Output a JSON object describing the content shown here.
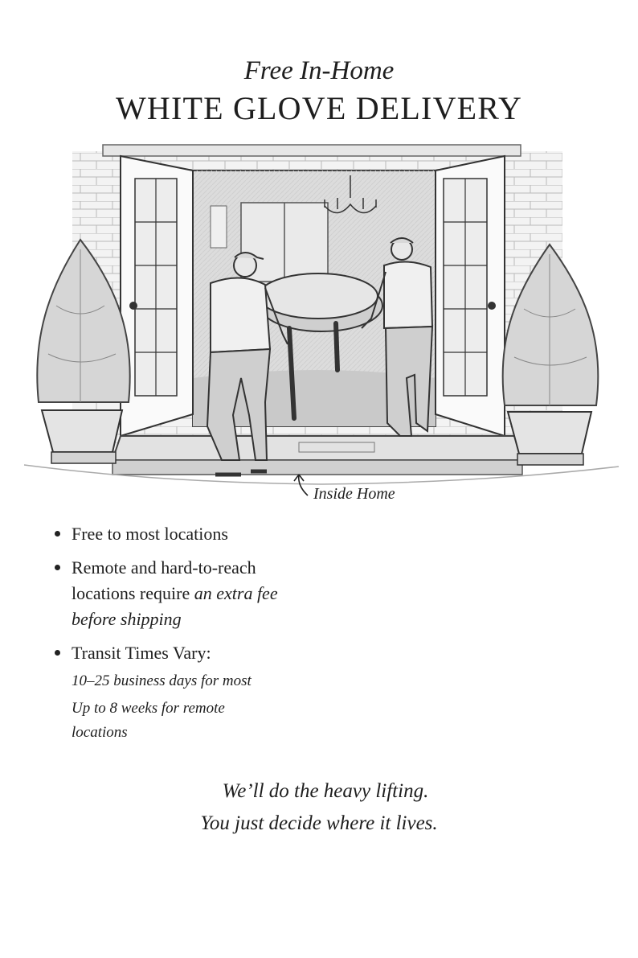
{
  "header": {
    "subtitle": "Free In-Home",
    "title": "WHITE GLOVE DELIVERY"
  },
  "illustration": {
    "caption": "Inside Home",
    "icons": [
      "doorway-scene-icon",
      "delivery-worker-icon",
      "dining-table-icon",
      "potted-shrub-icon",
      "chandelier-icon",
      "curved-arrow-icon"
    ]
  },
  "bullets": {
    "item1": "Free to most locations",
    "item2_main": "Remote and hard-to-reach",
    "item2_line2": "locations require ",
    "item2_line2_italic": "an extra fee",
    "item2_line3": "before shipping",
    "item3_main": "Transit Times Vary:",
    "item3_note1": "10–25 business days for most",
    "item3_note2_line1": "Up to 8 weeks for remote",
    "item3_note2_line2": "locations"
  },
  "closing": {
    "line1": "We’ll do the heavy lifting.",
    "line2": "You just decide where it lives."
  }
}
